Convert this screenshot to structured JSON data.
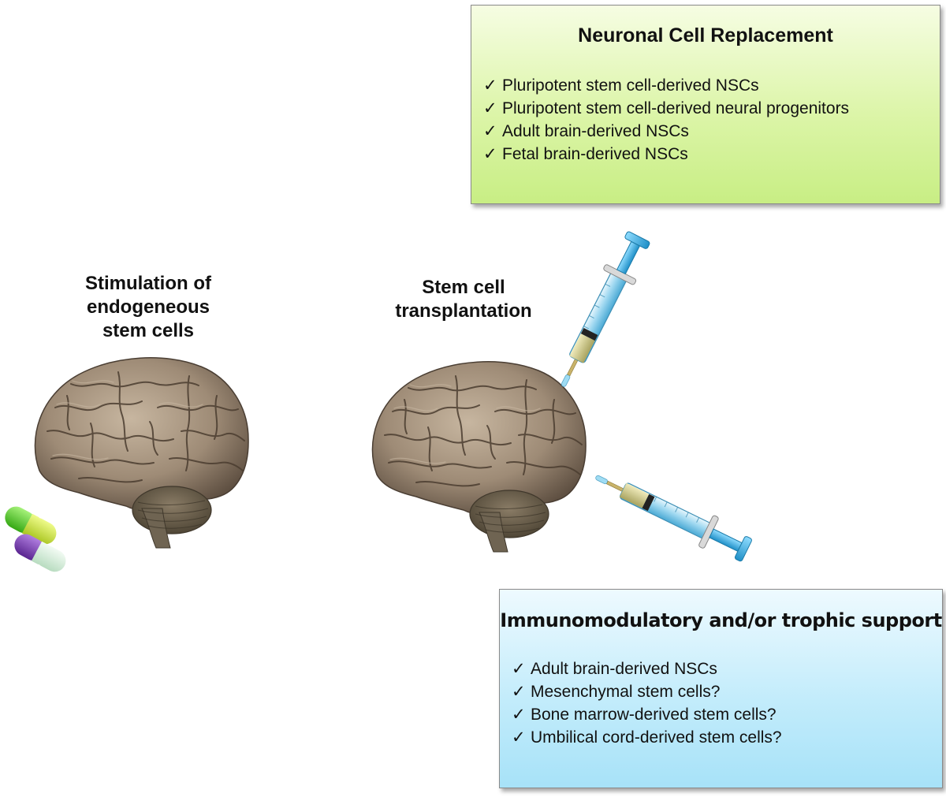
{
  "neuronal_box": {
    "title": "Neuronal Cell Replacement",
    "check_symbol": "✓",
    "items": [
      "Pluripotent stem cell-derived NSCs",
      "Pluripotent stem cell-derived neural progenitors",
      "Adult brain-derived NSCs",
      "Fetal brain-derived NSCs"
    ]
  },
  "immuno_box": {
    "title": "Immunomodulatory and/or trophic support",
    "check_symbol": "✓",
    "items": [
      "Adult brain-derived NSCs",
      "Mesenchymal stem cells?",
      "Bone marrow-derived stem cells?",
      "Umbilical cord-derived stem cells?"
    ]
  },
  "stimulation_heading": [
    "Stimulation of",
    "endogeneous",
    "stem cells"
  ],
  "transplant_heading": [
    "Stem cell",
    "transplantation"
  ],
  "icons": {
    "brain_left": "brain-icon",
    "brain_right": "brain-icon",
    "pills": "pill-capsule-icon",
    "syringe_top": "syringe-icon",
    "syringe_bottom": "syringe-icon"
  },
  "colors": {
    "green_box": "#d4f29a",
    "blue_box": "#b8e8fa",
    "brain": "#9e8b76",
    "capsule_green": "#55d12a",
    "capsule_yellow": "#c7e83c",
    "capsule_purple": "#7a3fb0",
    "capsule_pale": "#d6eedc",
    "syringe_blue": "#3fb3e6"
  }
}
